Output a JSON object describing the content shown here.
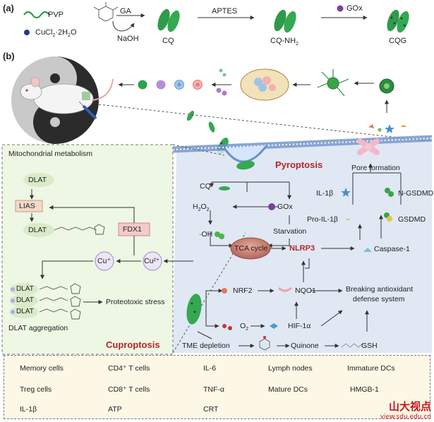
{
  "panel_a": {
    "label": "(a)",
    "pvp": "PVP",
    "cucl2": "CuCl",
    "cucl2_sub": "2",
    "cucl2_rest": "·2H",
    "cucl2_sub2": "2",
    "cucl2_end": "O",
    "ga": "GA",
    "naoh": "NaOH",
    "cq": "CQ",
    "aptes": "APTES",
    "cq_nh2": "CQ-NH",
    "cq_nh2_sub": "2",
    "gox": "GOx",
    "cqg": "CQG"
  },
  "panel_b": {
    "label": "(b)",
    "mito_title": "Mitochondrial metabolism",
    "dlat": "DLAT",
    "lias": "LIAS",
    "fdx1": "FDX1",
    "cu_plus": "Cu⁺",
    "cu_2plus": "Cu²⁺",
    "proteotoxic": "Proteotoxic stress",
    "dlat_aggregation": "DLAT aggregation",
    "cuproptosis": "Cuproptosis",
    "pyroptosis": "Pyroptosis",
    "pore_formation": "Pore formation",
    "il1b": "IL-1β",
    "pro_il1b": "Pro-IL-1β",
    "n_gsdmd": "N-GSDMD",
    "gsdmd": "GSDMD",
    "caspase1": "Caspase-1",
    "cq": "CQ",
    "h2o2": "H",
    "h2o2_sub1": "2",
    "h2o2_mid": "O",
    "h2o2_sub2": "2",
    "gox": "GOx",
    "oh": "·OH",
    "starvation": "Starvation",
    "tca": "TCA cycle",
    "nlrp3": "NLRP3",
    "nrf2": "NRF2",
    "nqo1": "NQO1",
    "breaking": "Breaking antioxidant",
    "defense": "defense system",
    "o2": "O",
    "o2_sub": "2",
    "hif": "HIF-1α",
    "tme": "TME depletion",
    "quinone": "Quinone",
    "gsh": "GSH"
  },
  "legend": {
    "memory": "Memory cells",
    "cd4": "CD4⁺ T cells",
    "il6": "IL-6",
    "lymph": "Lymph nodes",
    "immature": "Immature DCs",
    "treg": "Treg cells",
    "cd8": "CD8⁺ T cells",
    "tnf": "TNF-α",
    "mature": "Mature DCs",
    "hmgb1": "HMGB-1",
    "il1b": "IL-1β",
    "atp": "ATP",
    "crt": "CRT"
  },
  "watermark": {
    "brand": "山大视点",
    "url": "view.sdu.edu.cn"
  }
}
